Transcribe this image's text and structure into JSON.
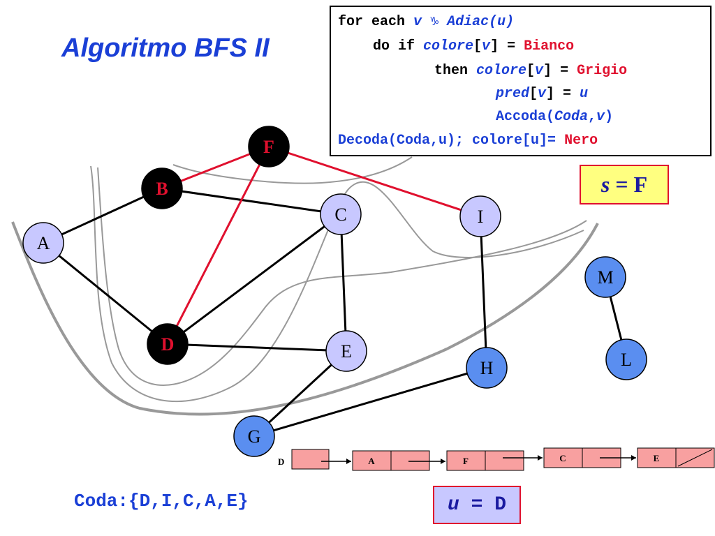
{
  "title": "Algoritmo BFS II",
  "code": {
    "line1": {
      "kw": "for each ",
      "v": "v",
      "sym": "♑",
      "adiac": "Adiac(u)"
    },
    "line2": {
      "kw": "do if ",
      "colore": "colore",
      "b1": "[",
      "v": "v",
      "b2": "] = ",
      "val": "Bianco"
    },
    "line3": {
      "kw": "then ",
      "colore": "colore",
      "b1": "[",
      "v": "v",
      "b2": "] = ",
      "val": "Grigio"
    },
    "line4": {
      "pred": "pred",
      "b1": "[",
      "v": "v",
      "b2": "] = ",
      "u": "u"
    },
    "line5": {
      "fn": "Accoda(",
      "coda": "Coda",
      "comma": ",",
      "v": "v",
      "close": ")"
    },
    "line6": {
      "text": "Decoda(Coda,u); colore[u]= ",
      "val": "Nero"
    }
  },
  "source_label": {
    "s": "s",
    "eq": " = ",
    "val": "F"
  },
  "current_label": {
    "u": "u",
    "eq": " = ",
    "val": "D"
  },
  "queue_text": "Coda:{D,I,C,A,E}",
  "graph": {
    "nodes": [
      {
        "id": "A",
        "label": "A",
        "state": "grey"
      },
      {
        "id": "B",
        "label": "B",
        "state": "black"
      },
      {
        "id": "F",
        "label": "F",
        "state": "black"
      },
      {
        "id": "C",
        "label": "C",
        "state": "grey"
      },
      {
        "id": "I",
        "label": "I",
        "state": "grey"
      },
      {
        "id": "D",
        "label": "D",
        "state": "black"
      },
      {
        "id": "E",
        "label": "E",
        "state": "grey"
      },
      {
        "id": "G",
        "label": "G",
        "state": "white"
      },
      {
        "id": "H",
        "label": "H",
        "state": "white"
      },
      {
        "id": "M",
        "label": "M",
        "state": "white"
      },
      {
        "id": "L",
        "label": "L",
        "state": "white"
      }
    ],
    "edges": [
      {
        "from": "A",
        "to": "B",
        "tree": false
      },
      {
        "from": "A",
        "to": "D",
        "tree": false
      },
      {
        "from": "B",
        "to": "C",
        "tree": false
      },
      {
        "from": "B",
        "to": "F",
        "tree": true
      },
      {
        "from": "F",
        "to": "D",
        "tree": true
      },
      {
        "from": "F",
        "to": "I",
        "tree": true
      },
      {
        "from": "D",
        "to": "C",
        "tree": false
      },
      {
        "from": "D",
        "to": "E",
        "tree": false
      },
      {
        "from": "C",
        "to": "E",
        "tree": false
      },
      {
        "from": "I",
        "to": "H",
        "tree": false
      },
      {
        "from": "E",
        "to": "G",
        "tree": false
      },
      {
        "from": "G",
        "to": "H",
        "tree": false
      },
      {
        "from": "M",
        "to": "L",
        "tree": false
      }
    ]
  },
  "adjacency_list": {
    "head": "D",
    "cells": [
      "A",
      "F",
      "C",
      "E"
    ]
  },
  "colors": {
    "tree_edge": "#e0102e",
    "edge": "#000000",
    "node_grey": "#c8c8ff",
    "node_white": "#5a8ef0",
    "node_black": "#000000",
    "black_label": "#e0102e",
    "list_cell": "#f8a0a0",
    "accent_blue": "#1a3fd6"
  }
}
